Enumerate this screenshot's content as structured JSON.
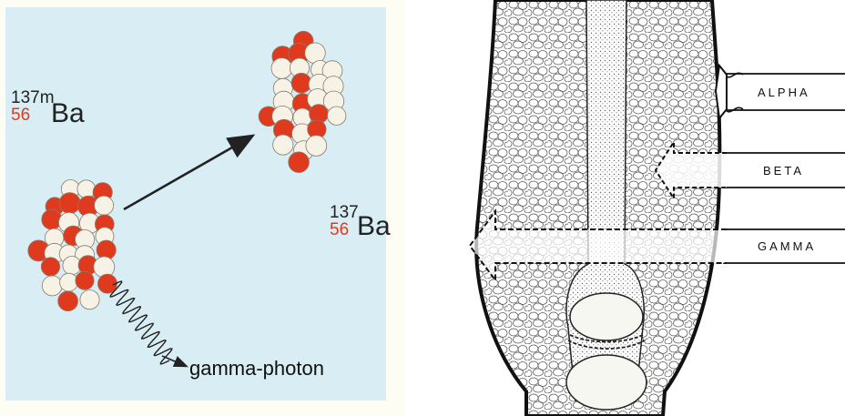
{
  "left_panel": {
    "parent": {
      "mass": "137m",
      "atomic": "56",
      "symbol": "Ba"
    },
    "daughter": {
      "mass": "137",
      "atomic": "56",
      "symbol": "Ba"
    },
    "photon_label": "gamma-photon",
    "colors": {
      "background": "#d8edf4",
      "proton": "#e03a1e",
      "neutron": "#f6f2e6",
      "atomic_number": "#e03a1e"
    }
  },
  "right_panel": {
    "labels": [
      "ALPHA",
      "BETA",
      "GAMMA"
    ]
  }
}
